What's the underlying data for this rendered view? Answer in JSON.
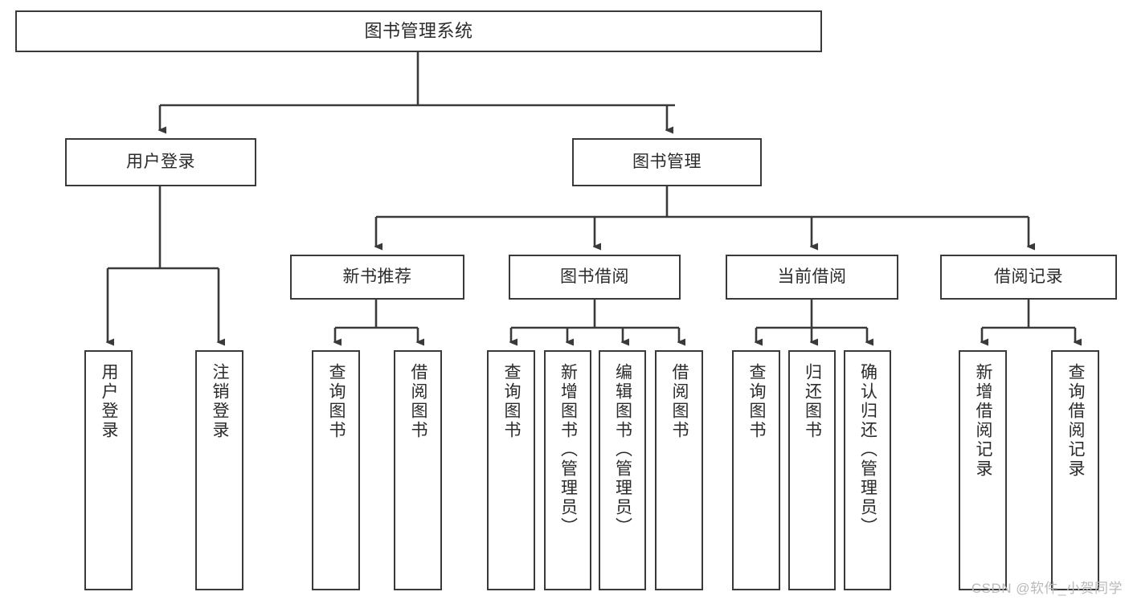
{
  "diagram": {
    "title": "图书管理系统",
    "type": "tree",
    "watermark": "CSDN @软件_小贺同学",
    "colors": {
      "stroke": "#3a3a3a",
      "background": "#ffffff",
      "text": "#2b2b2b",
      "watermark": "#b9b9b9"
    },
    "nodes": {
      "root": {
        "label": "图书管理系统"
      },
      "level2": [
        {
          "label": "用户登录"
        },
        {
          "label": "图书管理"
        }
      ],
      "level3": [
        {
          "label": "新书推荐"
        },
        {
          "label": "图书借阅"
        },
        {
          "label": "当前借阅"
        },
        {
          "label": "借阅记录"
        }
      ],
      "leaves": {
        "user_login": [
          {
            "label": "用户登录"
          },
          {
            "label": "注销登录"
          }
        ],
        "new_book": [
          {
            "label": "查询图书"
          },
          {
            "label": "借阅图书"
          }
        ],
        "book_borrow": [
          {
            "label": "查询图书"
          },
          {
            "label": "新增图书（管理员）"
          },
          {
            "label": "编辑图书（管理员）"
          },
          {
            "label": "借阅图书"
          }
        ],
        "current_borrow": [
          {
            "label": "查询图书"
          },
          {
            "label": "归还图书"
          },
          {
            "label": "确认归还（管理员）"
          }
        ],
        "borrow_record": [
          {
            "label": "新增借阅记录"
          },
          {
            "label": "查询借阅记录"
          }
        ]
      }
    }
  }
}
